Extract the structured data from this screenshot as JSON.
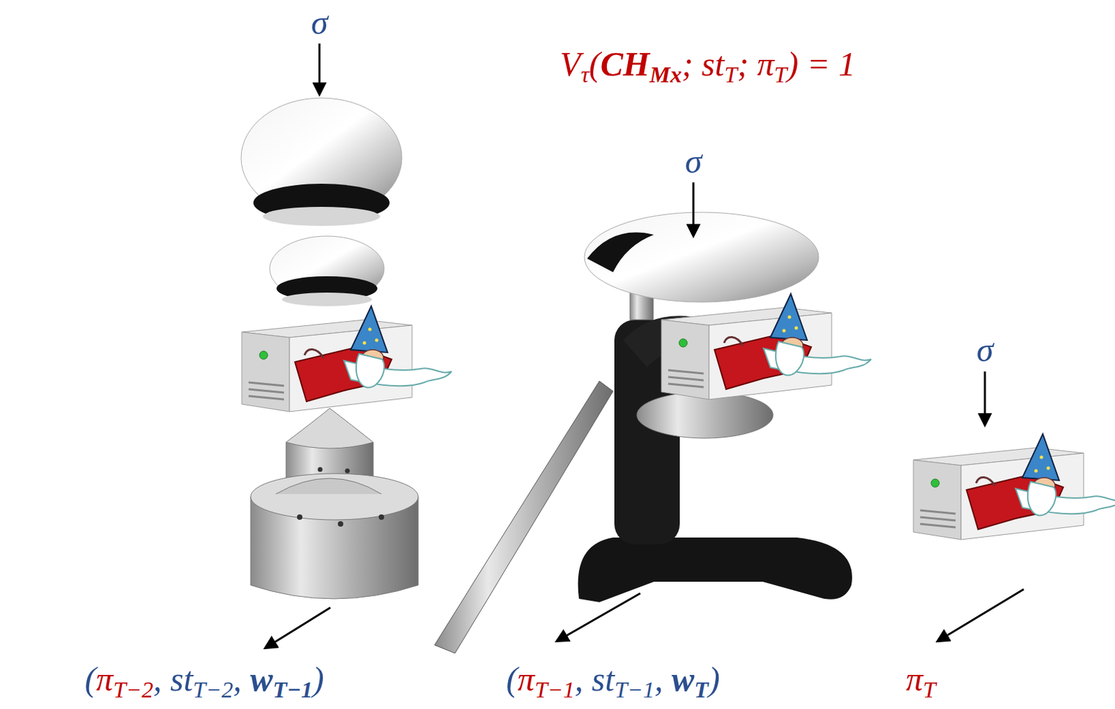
{
  "diagram": {
    "labels": [
      "σ",
      "Vτ(CHMx; stT; πT) = 1",
      "σ",
      "σ",
      "(πT−2, stT−2, wT−1)",
      "(πT−1, stT−1, wT)",
      "πT"
    ]
  }
}
